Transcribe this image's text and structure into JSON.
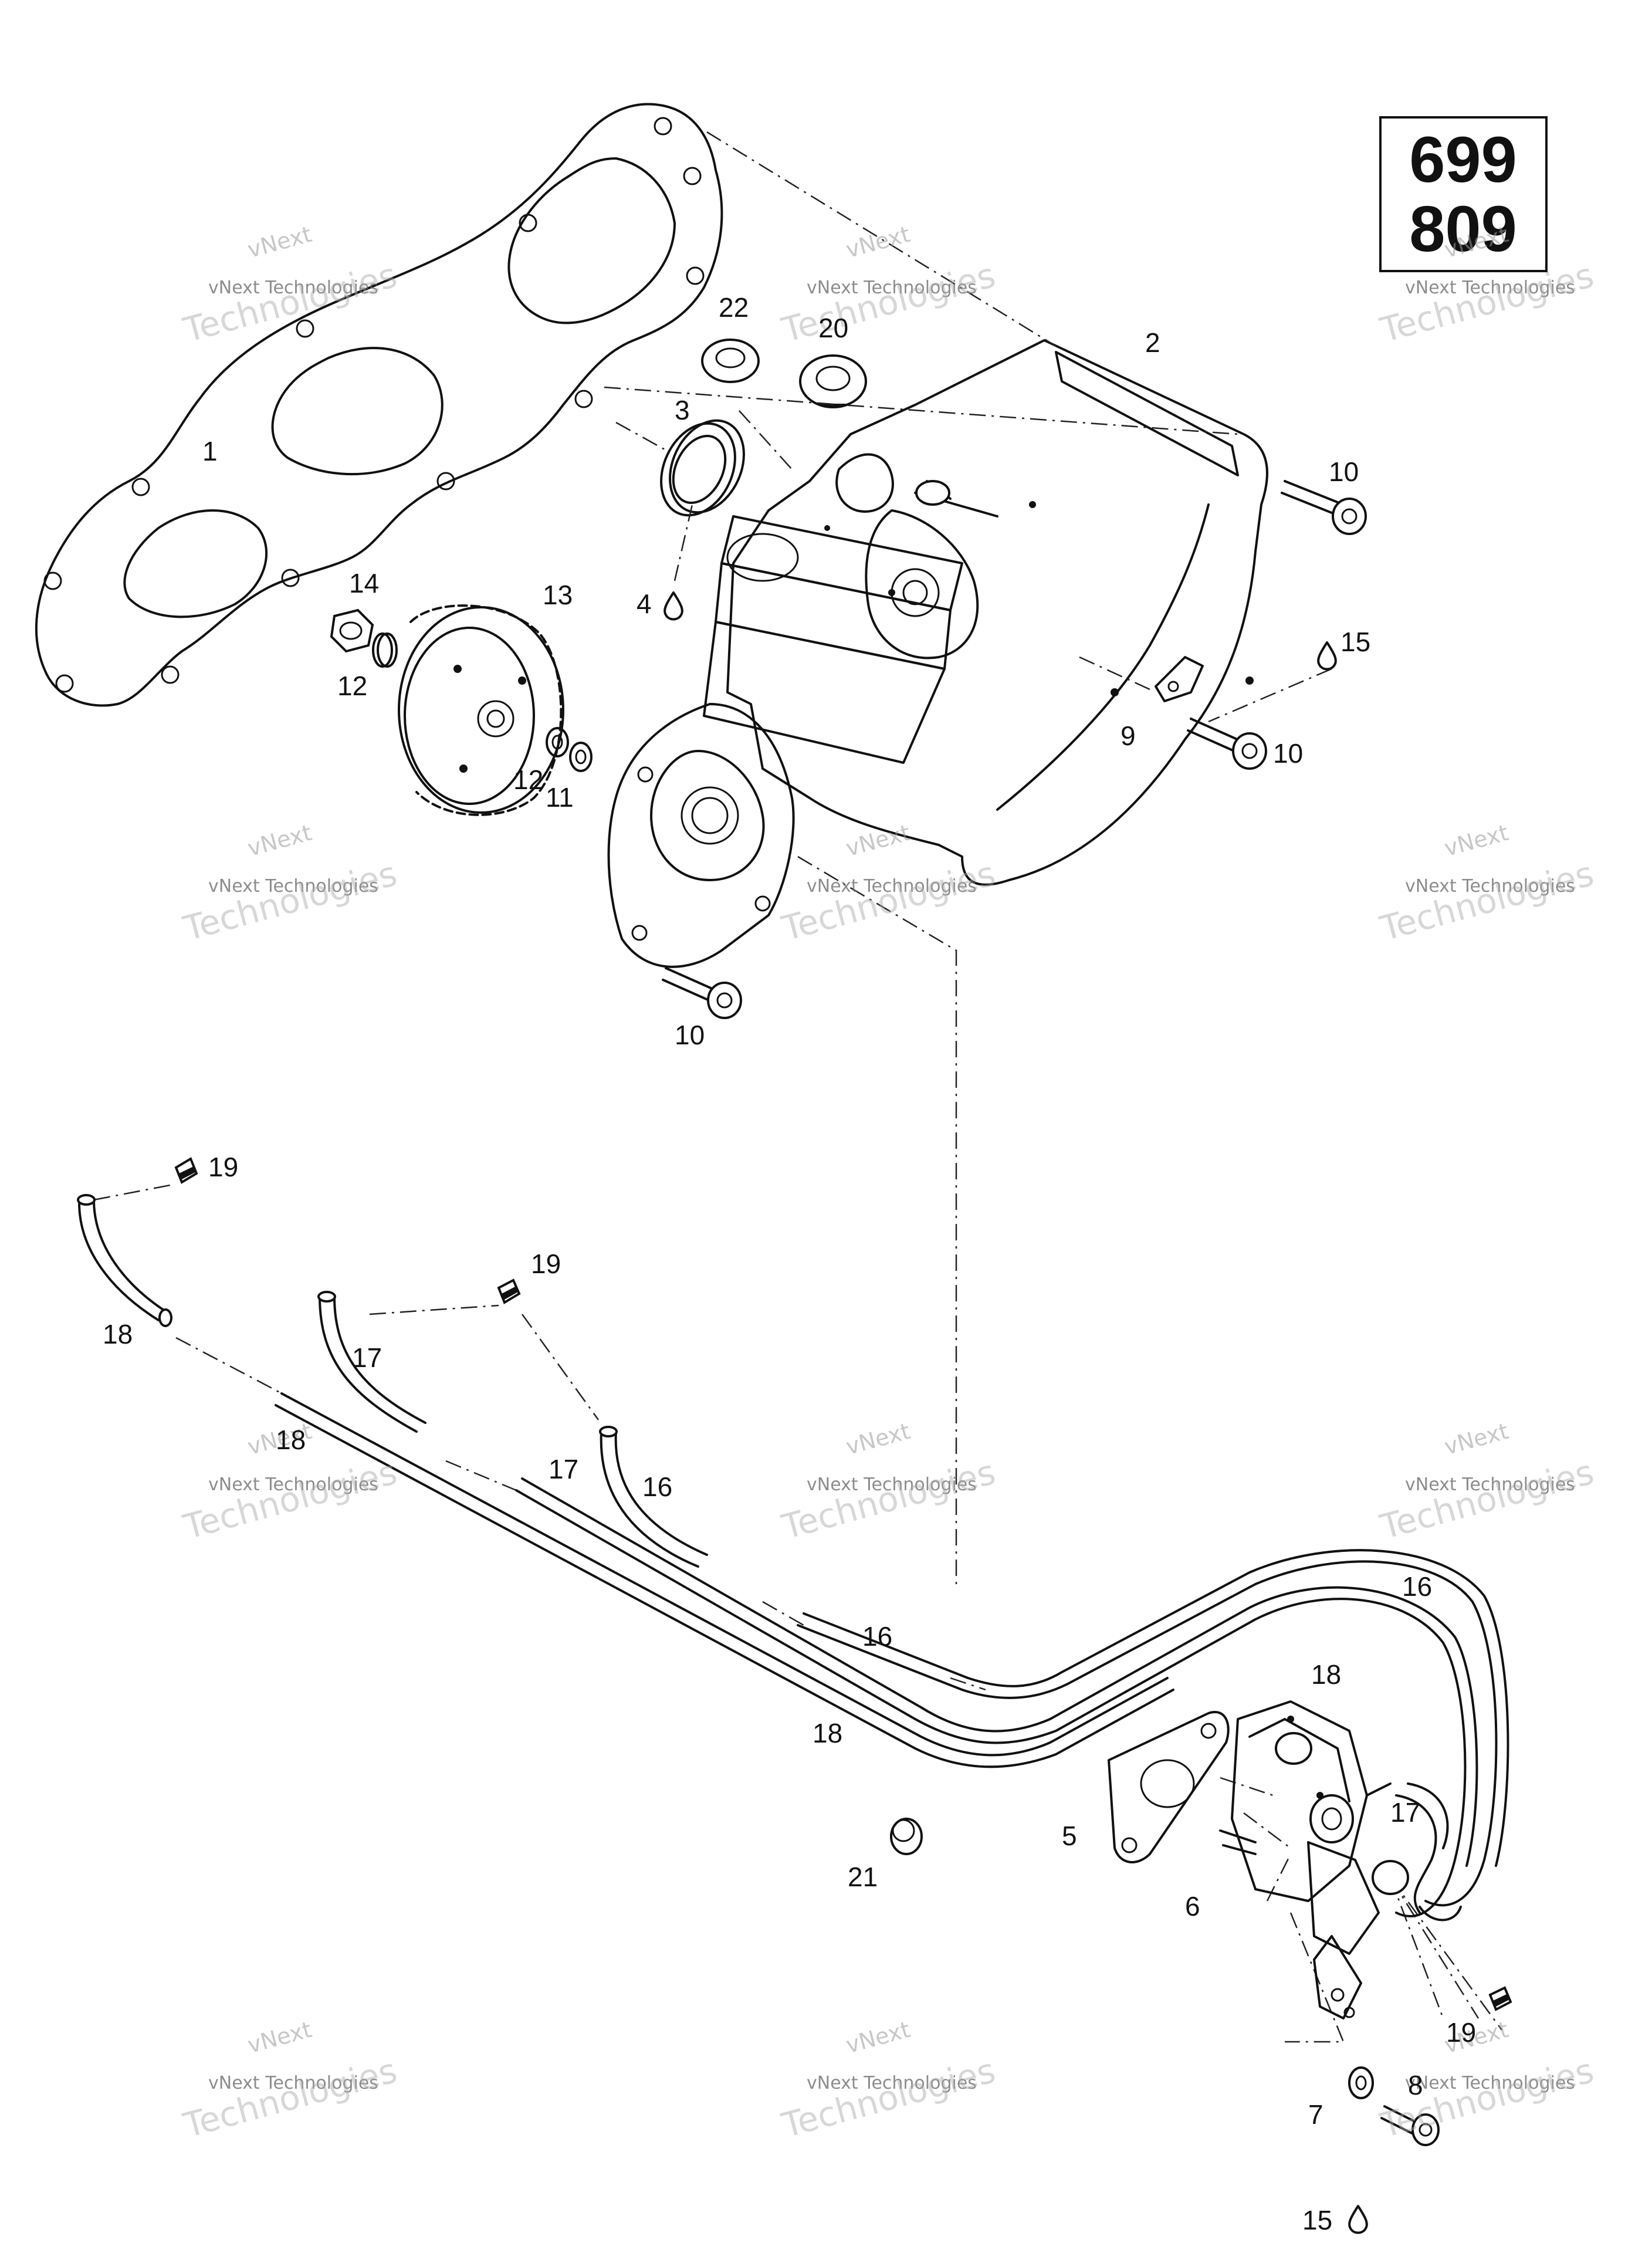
{
  "model_box": {
    "line1": "699",
    "line2": "809"
  },
  "watermark": {
    "line1": "vNext",
    "line2": "vNext Technologies",
    "line3": "Technologies"
  },
  "callouts": {
    "c1": "1",
    "c2": "2",
    "c3": "3",
    "c4": "4",
    "c5": "5",
    "c6": "6",
    "c7": "7",
    "c8": "8",
    "c9": "9",
    "c10": "10",
    "c11": "11",
    "c12": "12",
    "c13": "13",
    "c14": "14",
    "c15": "15",
    "c16": "16",
    "c17": "17",
    "c18": "18",
    "c19": "19",
    "c20": "20",
    "c21": "21",
    "c22": "22"
  }
}
